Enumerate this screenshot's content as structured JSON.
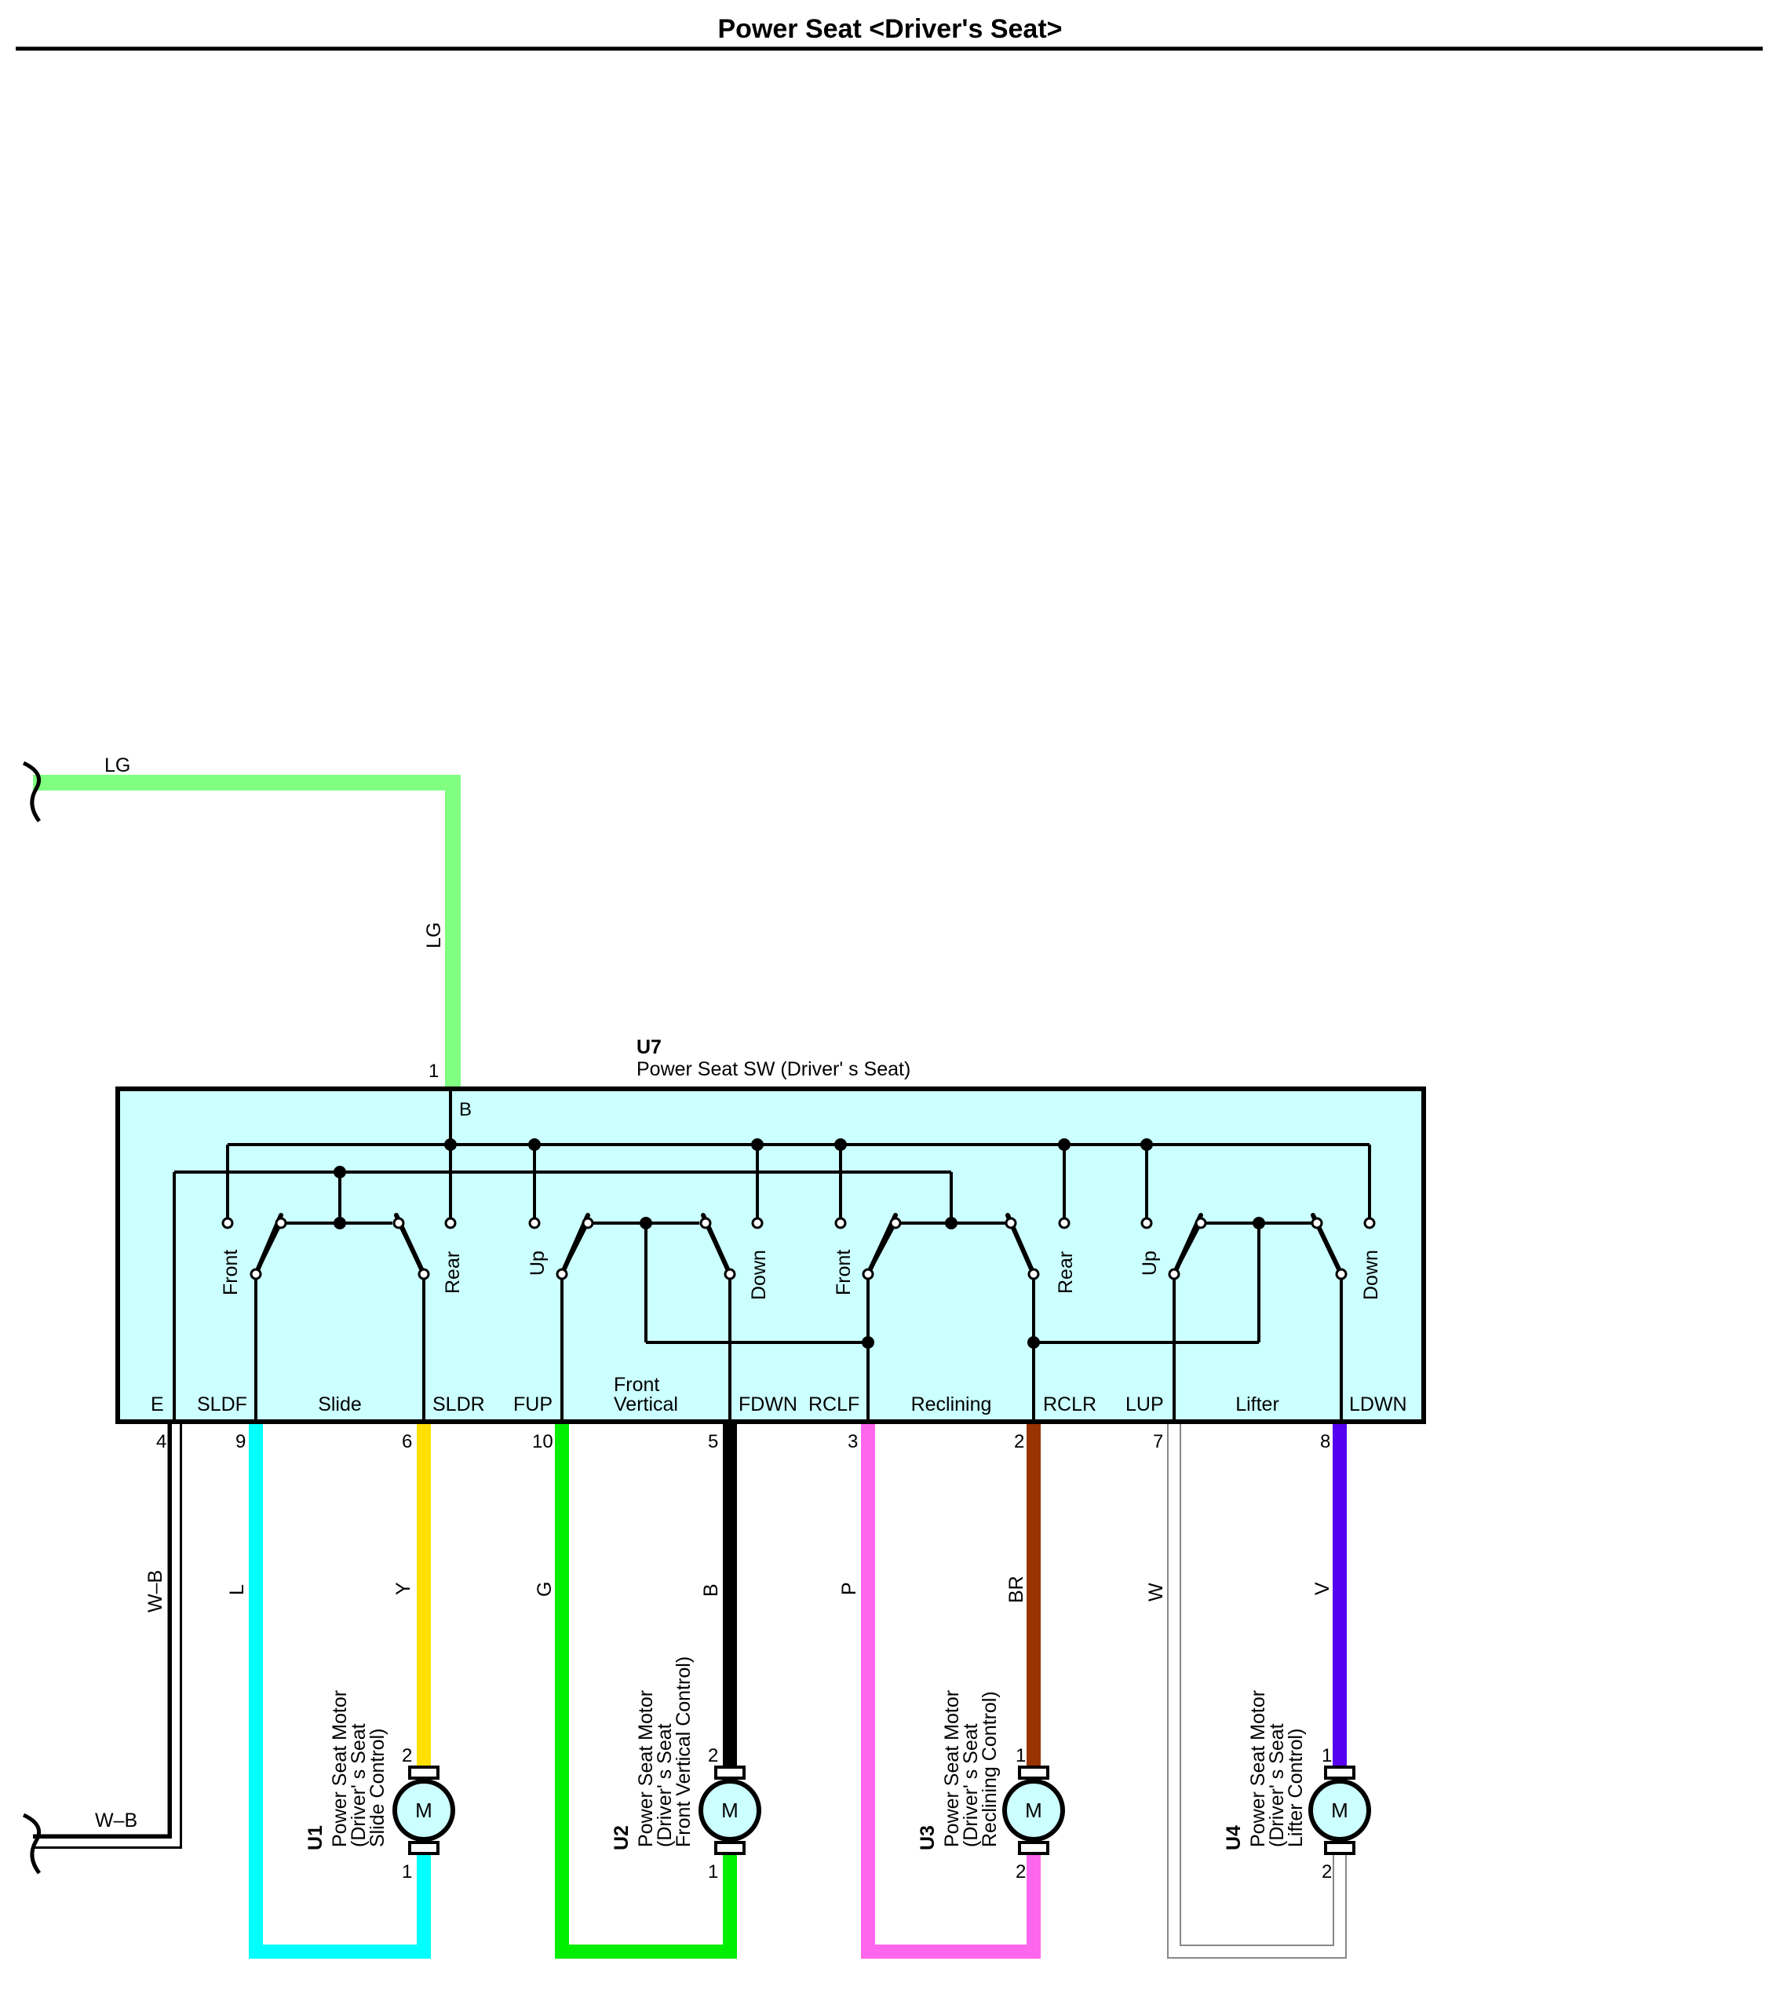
{
  "title": "Power Seat <Driver's Seat>",
  "switch": {
    "id": "U7",
    "name": "Power Seat SW (Driver'  s Seat)",
    "pin_b_number": "1",
    "pin_b_label": "B"
  },
  "feed_wire": {
    "color_code": "LG",
    "color": "#80ff80"
  },
  "ground_wire": {
    "color_code": "W–B"
  },
  "sections": {
    "slide": "Slide",
    "front_vertical": [
      "Front",
      "Vertical"
    ],
    "reclining": "Reclining",
    "lifter": "Lifter"
  },
  "contact_labels": {
    "slide_front": "Front",
    "slide_rear": "Rear",
    "fv_up": "Up",
    "fv_down": "Down",
    "rcl_front": "Front",
    "rcl_rear": "Rear",
    "lift_up": "Up",
    "lift_down": "Down"
  },
  "terminals": [
    {
      "name": "E",
      "pin": "4",
      "wire": "W–B",
      "color": "#000000"
    },
    {
      "name": "SLDF",
      "pin": "9",
      "wire": "L",
      "color": "#00ffff"
    },
    {
      "name": "SLDR",
      "pin": "6",
      "wire": "Y",
      "color": "#ffe000"
    },
    {
      "name": "FUP",
      "pin": "10",
      "wire": "G",
      "color": "#00ee00"
    },
    {
      "name": "FDWN",
      "pin": "5",
      "wire": "B",
      "color": "#000000"
    },
    {
      "name": "RCLF",
      "pin": "3",
      "wire": "P",
      "color": "#ff66ee"
    },
    {
      "name": "RCLR",
      "pin": "2",
      "wire": "BR",
      "color": "#993300"
    },
    {
      "name": "LUP",
      "pin": "7",
      "wire": "W",
      "color": "#ffffff"
    },
    {
      "name": "LDWN",
      "pin": "8",
      "wire": "V",
      "color": "#5500ee"
    }
  ],
  "motors": [
    {
      "id": "U1",
      "lines": [
        "Power Seat Motor",
        "(Driver'  s Seat",
        "Slide Control)"
      ],
      "top_pin": "2",
      "bottom_pin": "1",
      "symbol": "M"
    },
    {
      "id": "U2",
      "lines": [
        "Power Seat Motor",
        "(Driver'  s Seat",
        "Front Vertical Control)"
      ],
      "top_pin": "2",
      "bottom_pin": "1",
      "symbol": "M"
    },
    {
      "id": "U3",
      "lines": [
        "Power Seat Motor",
        "(Driver'  s Seat",
        "Reclining Control)"
      ],
      "top_pin": "1",
      "bottom_pin": "2",
      "symbol": "M"
    },
    {
      "id": "U4",
      "lines": [
        "Power Seat Motor",
        "(Driver'  s Seat",
        "Lifter Control)"
      ],
      "top_pin": "1",
      "bottom_pin": "2",
      "symbol": "M"
    }
  ]
}
